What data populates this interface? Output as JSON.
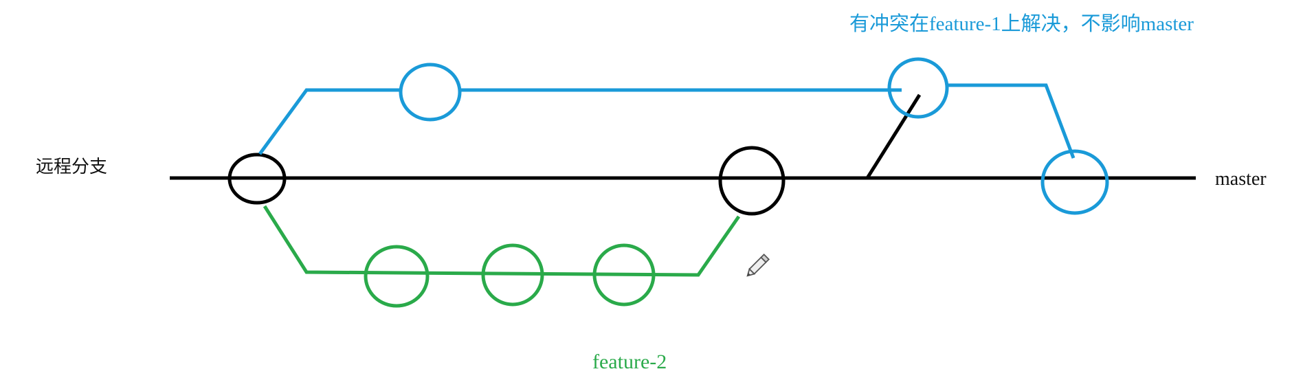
{
  "labels": {
    "remote_branch": "远程分支",
    "master": "master",
    "note": "有冲突在feature-1上解决，不影响master",
    "feature2": "feature-2"
  },
  "colors": {
    "master": "#000000",
    "feature1": "#1a9ad8",
    "feature2": "#2aaa4a"
  },
  "icons": {
    "cursor": "pencil-icon"
  }
}
